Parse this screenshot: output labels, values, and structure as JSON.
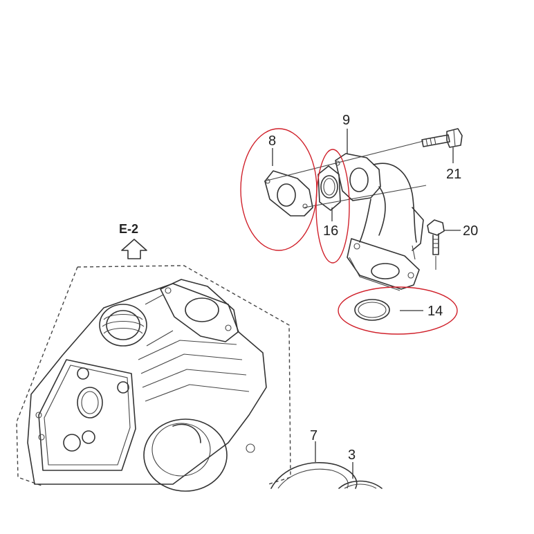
{
  "callouts": {
    "part_8": "8",
    "part_9": "9",
    "part_21": "21",
    "part_16": "16",
    "part_20": "20",
    "part_14": "14",
    "part_7": "7",
    "part_3": "3",
    "ref_arrow": "E-2"
  },
  "colors": {
    "highlight": "#d0202a",
    "ink": "#333333",
    "background": "#ffffff"
  }
}
